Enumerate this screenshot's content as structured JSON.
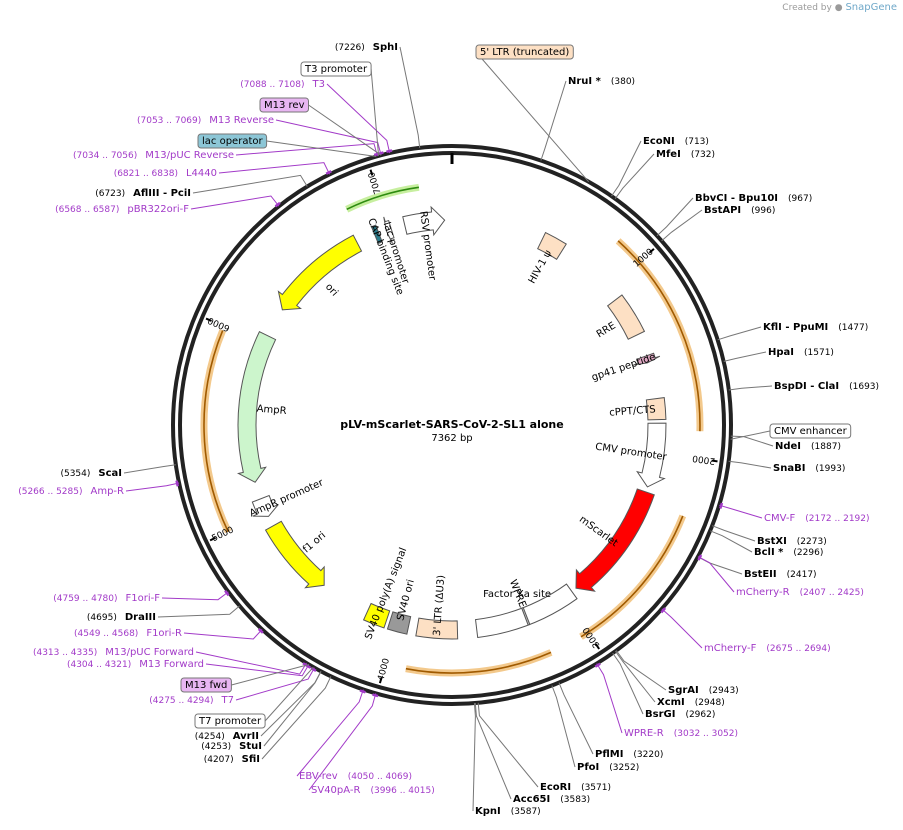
{
  "credit": {
    "prefix": "Created by",
    "brand": "SnapGene"
  },
  "plasmid": {
    "name": "pLV-mScarlet-SARS-CoV-2-SL1 alone",
    "length_label": "7362 bp",
    "length": 7362
  },
  "ticks": [
    {
      "pos": 1000,
      "label": "1000"
    },
    {
      "pos": 2000,
      "label": "2000"
    },
    {
      "pos": 3000,
      "label": "3000"
    },
    {
      "pos": 4000,
      "label": "4000"
    },
    {
      "pos": 5000,
      "label": "5000"
    },
    {
      "pos": 6000,
      "label": "6000"
    },
    {
      "pos": 7000,
      "label": "7000"
    }
  ],
  "sites": [
    {
      "name": "SphI",
      "pos": "(7226)",
      "bp": 7226
    },
    {
      "name": "NruI *",
      "pos": "(380)",
      "bp": 380
    },
    {
      "name": "EcoNI",
      "pos": "(713)",
      "bp": 713
    },
    {
      "name": "MfeI",
      "pos": "(732)",
      "bp": 732
    },
    {
      "name": "BbvCI - Bpu10I",
      "pos": "(967)",
      "bp": 967
    },
    {
      "name": "BstAPI",
      "pos": "(996)",
      "bp": 996
    },
    {
      "name": "KflI - PpuMI",
      "pos": "(1477)",
      "bp": 1477
    },
    {
      "name": "HpaI",
      "pos": "(1571)",
      "bp": 1571
    },
    {
      "name": "BspDI - ClaI",
      "pos": "(1693)",
      "bp": 1693
    },
    {
      "name": "NdeI",
      "pos": "(1887)",
      "bp": 1887
    },
    {
      "name": "SnaBI",
      "pos": "(1993)",
      "bp": 1993
    },
    {
      "name": "BstXI",
      "pos": "(2273)",
      "bp": 2273
    },
    {
      "name": "BclI *",
      "pos": "(2296)",
      "bp": 2296
    },
    {
      "name": "BstEII",
      "pos": "(2417)",
      "bp": 2417
    },
    {
      "name": "SgrAI",
      "pos": "(2943)",
      "bp": 2943
    },
    {
      "name": "XcmI",
      "pos": "(2948)",
      "bp": 2948
    },
    {
      "name": "BsrGI",
      "pos": "(2962)",
      "bp": 2962
    },
    {
      "name": "PflMI",
      "pos": "(3220)",
      "bp": 3220
    },
    {
      "name": "PfoI",
      "pos": "(3252)",
      "bp": 3252
    },
    {
      "name": "EcoRI",
      "pos": "(3571)",
      "bp": 3571
    },
    {
      "name": "Acc65I",
      "pos": "(3583)",
      "bp": 3583
    },
    {
      "name": "KpnI",
      "pos": "(3587)",
      "bp": 3587
    },
    {
      "name": "SfiI",
      "pos": "(4207)",
      "bp": 4207
    },
    {
      "name": "StuI",
      "pos": "(4253)",
      "bp": 4253
    },
    {
      "name": "AvrII",
      "pos": "(4254)",
      "bp": 4254
    },
    {
      "name": "DraIII",
      "pos": "(4695)",
      "bp": 4695
    },
    {
      "name": "ScaI",
      "pos": "(5354)",
      "bp": 5354
    },
    {
      "name": "AflIII - PciI",
      "pos": "(6723)",
      "bp": 6723
    }
  ],
  "primers": [
    {
      "name": "T3",
      "pos": "(7088 .. 7108)",
      "bp": 7098
    },
    {
      "name": "M13 Reverse",
      "pos": "(7053 .. 7069)",
      "bp": 7061
    },
    {
      "name": "M13/pUC Reverse",
      "pos": "(7034 .. 7056)",
      "bp": 7045
    },
    {
      "name": "L4440",
      "pos": "(6821 .. 6838)",
      "bp": 6830
    },
    {
      "name": "pBR322ori-F",
      "pos": "(6568 .. 6587)",
      "bp": 6578
    },
    {
      "name": "CMV-F",
      "pos": "(2172 .. 2192)",
      "bp": 2182
    },
    {
      "name": "mCherry-R",
      "pos": "(2407 .. 2425)",
      "bp": 2416
    },
    {
      "name": "mCherry-F",
      "pos": "(2675 .. 2694)",
      "bp": 2684
    },
    {
      "name": "WPRE-R",
      "pos": "(3032 .. 3052)",
      "bp": 3042
    },
    {
      "name": "SV40pA-R",
      "pos": "(3996 .. 4015)",
      "bp": 4005
    },
    {
      "name": "EBV-rev",
      "pos": "(4050 .. 4069)",
      "bp": 4060
    },
    {
      "name": "T7",
      "pos": "(4275 .. 4294)",
      "bp": 4285
    },
    {
      "name": "M13 Forward",
      "pos": "(4304 .. 4321)",
      "bp": 4312
    },
    {
      "name": "M13/pUC Forward",
      "pos": "(4313 .. 4335)",
      "bp": 4324
    },
    {
      "name": "F1ori-R",
      "pos": "(4549 .. 4568)",
      "bp": 4558
    },
    {
      "name": "F1ori-F",
      "pos": "(4759 .. 4780)",
      "bp": 4770
    },
    {
      "name": "Amp-R",
      "pos": "(5266 .. 5285)",
      "bp": 5276
    }
  ],
  "boxes": [
    {
      "name": "5' LTR (truncated)",
      "color": "#fde0c4"
    },
    {
      "name": "T3 promoter",
      "color": "#ffffff"
    },
    {
      "name": "M13 rev",
      "color": "#e8b6f2"
    },
    {
      "name": "lac operator",
      "color": "#8cc6d6"
    },
    {
      "name": "CMV enhancer",
      "color": "#ffffff"
    },
    {
      "name": "M13 fwd",
      "color": "#e8b6f2"
    },
    {
      "name": "T7 promoter",
      "color": "#ffffff"
    }
  ],
  "features": [
    {
      "name": "HIV-1 ψ",
      "start": 530,
      "end": 660,
      "dir": 0,
      "color": "#fde0c4"
    },
    {
      "name": "RRE",
      "start": 1075,
      "end": 1310,
      "dir": 0,
      "color": "#fde0c4"
    },
    {
      "name": "gp41 peptide",
      "start": 1440,
      "end": 1480,
      "dir": 1,
      "color": "#e0a8c4"
    },
    {
      "name": "cPPT/CTS",
      "start": 1690,
      "end": 1810,
      "dir": 0,
      "color": "#fde0c4"
    },
    {
      "name": "CMV promoter",
      "start": 1830,
      "end": 2200,
      "dir": 1,
      "color": "#ffffff"
    },
    {
      "name": "mScarlet",
      "start": 2230,
      "end": 2920,
      "dir": 1,
      "color": "#ff0000"
    },
    {
      "name": "WPRE",
      "start": 2950,
      "end": 3540,
      "dir": 0,
      "color": "#ffffff"
    },
    {
      "name": "3' LTR (ΔU3)",
      "start": 3650,
      "end": 3880,
      "dir": 0,
      "color": "#fde0c4"
    },
    {
      "name": "SV40 ori",
      "start": 3930,
      "end": 4040,
      "dir": 0,
      "color": "#999999"
    },
    {
      "name": "SV40 poly(A) signal",
      "start": 4060,
      "end": 4180,
      "dir": 0,
      "color": "#ffff00"
    },
    {
      "name": "f1 ori",
      "start": 4470,
      "end": 4920,
      "dir": -1,
      "color": "#ffff00"
    },
    {
      "name": "AmpR promoter",
      "start": 4980,
      "end": 5090,
      "dir": -1,
      "color": "#ffffff"
    },
    {
      "name": "AmpR",
      "start": 5190,
      "end": 6050,
      "dir": -1,
      "color": "#ccf5cc"
    },
    {
      "name": "ori",
      "start": 6220,
      "end": 6800,
      "dir": -1,
      "color": "#ffff00"
    },
    {
      "name": "CAP binding site",
      "start": 6910,
      "end": 6935,
      "dir": 0,
      "color": "#2a7c8c"
    },
    {
      "name": "lac promoter",
      "start": 6980,
      "end": 7010,
      "dir": -1,
      "color": "#ffffff"
    },
    {
      "name": "RSV promoter",
      "start": 7090,
      "end": 7320,
      "dir": 1,
      "color": "#ffffff"
    },
    {
      "name": "Factor Xa site",
      "start": 3245,
      "end": 3255,
      "dir": 0,
      "color": "#bbbbbb"
    }
  ],
  "orange_arcs": [
    {
      "start": 860,
      "end": 1870
    },
    {
      "start": 2280,
      "end": 3040
    },
    {
      "start": 3200,
      "end": 3900
    },
    {
      "start": 5000,
      "end": 5980
    }
  ],
  "green_arc": {
    "start": 6830,
    "end": 7200
  }
}
